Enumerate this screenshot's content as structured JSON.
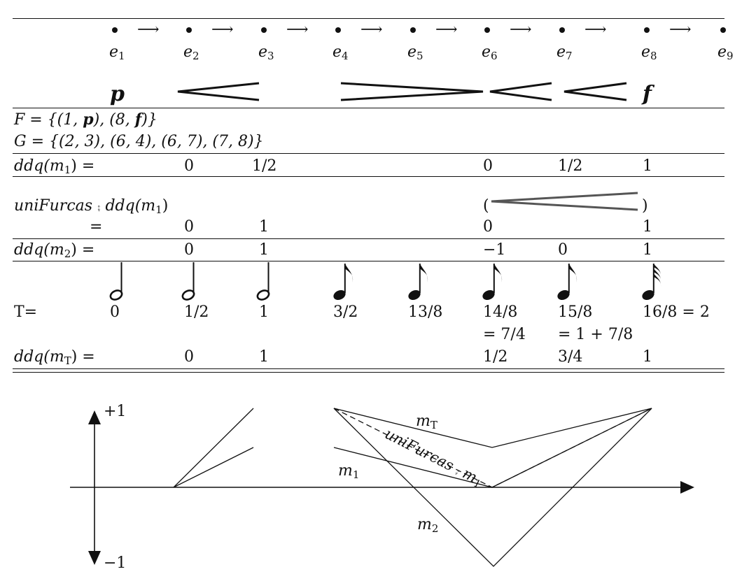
{
  "events": [
    {
      "label": "e",
      "sub": "1"
    },
    {
      "label": "e",
      "sub": "2"
    },
    {
      "label": "e",
      "sub": "3"
    },
    {
      "label": "e",
      "sub": "4"
    },
    {
      "label": "e",
      "sub": "5"
    },
    {
      "label": "e",
      "sub": "6"
    },
    {
      "label": "e",
      "sub": "7"
    },
    {
      "label": "e",
      "sub": "8"
    },
    {
      "label": "e",
      "sub": "9"
    }
  ],
  "arrow_glyph": "⟶",
  "dynamics": {
    "start": "p",
    "end": "f"
  },
  "sets": {
    "F": {
      "prefix": "F = {(1, ",
      "mid": "), (8, ",
      "suffix": ")}"
    },
    "G": "G = {(2, 3), (6, 4), (6, 7), (7, 8)}"
  },
  "rows": {
    "ddq_m1": {
      "label_fn": "ddq",
      "label_arg": "(m",
      "label_sub": "1",
      "label_tail": ") =",
      "values": [
        "0",
        "1/2",
        "0",
        "1/2",
        "1"
      ]
    },
    "uni": {
      "label": "uniFurcas",
      "compose": " ⨾ ",
      "label_fn": "ddq",
      "label_arg": "(m",
      "label_sub": "1",
      "label_tail": ")",
      "paren_open": "(",
      "paren_close": ")",
      "eq": "=",
      "values": [
        "0",
        "1",
        "0",
        "1"
      ]
    },
    "ddq_m2": {
      "label_fn": "ddq",
      "label_arg": "(m",
      "label_sub": "2",
      "label_tail": ") =",
      "values": [
        "0",
        "1",
        "−1",
        "0",
        "1"
      ]
    },
    "T": {
      "label": "T=",
      "values": [
        "0",
        "1/2",
        "1",
        "3/2",
        "13/8",
        "14/8",
        "15/8",
        "16/8 = 2"
      ],
      "extra": [
        "= 7/4",
        "= 1 + 7/8"
      ]
    },
    "ddq_mT": {
      "label_fn": "ddq",
      "label_arg": "(m",
      "label_sub": "T",
      "label_tail": ") =",
      "values": [
        "0",
        "1",
        "1/2",
        "3/4",
        "1"
      ]
    }
  },
  "notes": [
    "half",
    "half",
    "half",
    "eighth",
    "eighth",
    "eighth",
    "eighth",
    "thirtysecond"
  ],
  "plot": {
    "y_top": "+1",
    "y_bottom": "−1",
    "labels": {
      "mT": {
        "base": "m",
        "sub": "T"
      },
      "uni": {
        "base": "uniFurcas ⨾ m",
        "sub": "1"
      },
      "m1": {
        "base": "m",
        "sub": "1"
      },
      "m2": {
        "base": "m",
        "sub": "2"
      }
    }
  }
}
